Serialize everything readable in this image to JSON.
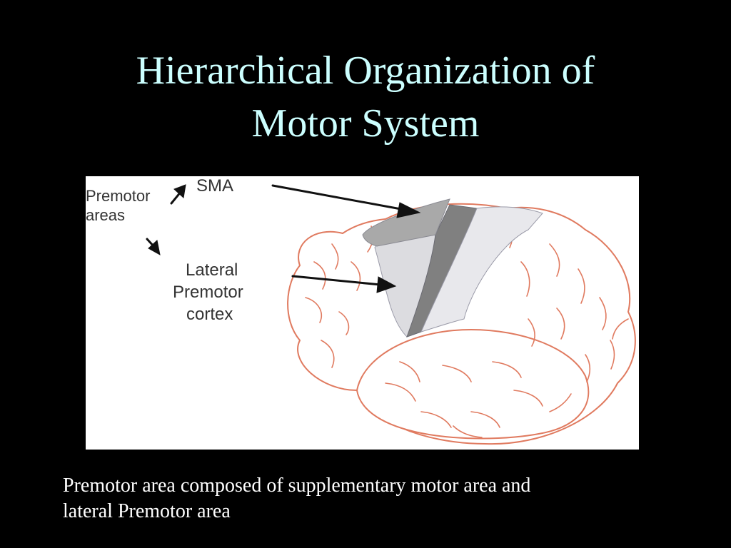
{
  "slide": {
    "title_line1": "Hierarchical Organization of",
    "title_line2": "Motor System",
    "caption_line1": "Premotor area composed of supplementary motor area and",
    "caption_line2": "lateral Premotor area",
    "title_color": "#ccffff",
    "caption_color": "#ffffff",
    "background": "#000000"
  },
  "figure": {
    "labels": {
      "premotor_line1": "Premotor",
      "premotor_line2": "areas",
      "sma": "SMA",
      "lateral_line1": "Lateral",
      "lateral_line2": "Premotor",
      "lateral_line3": "cortex"
    },
    "colors": {
      "brain_outline": "#e07a5f",
      "sma_region": "#a9a9a9",
      "motor_strip": "#808080",
      "lateral_region": "#dcdce0",
      "postcentral_region": "#e8e8ec",
      "arrow": "#111111"
    }
  }
}
